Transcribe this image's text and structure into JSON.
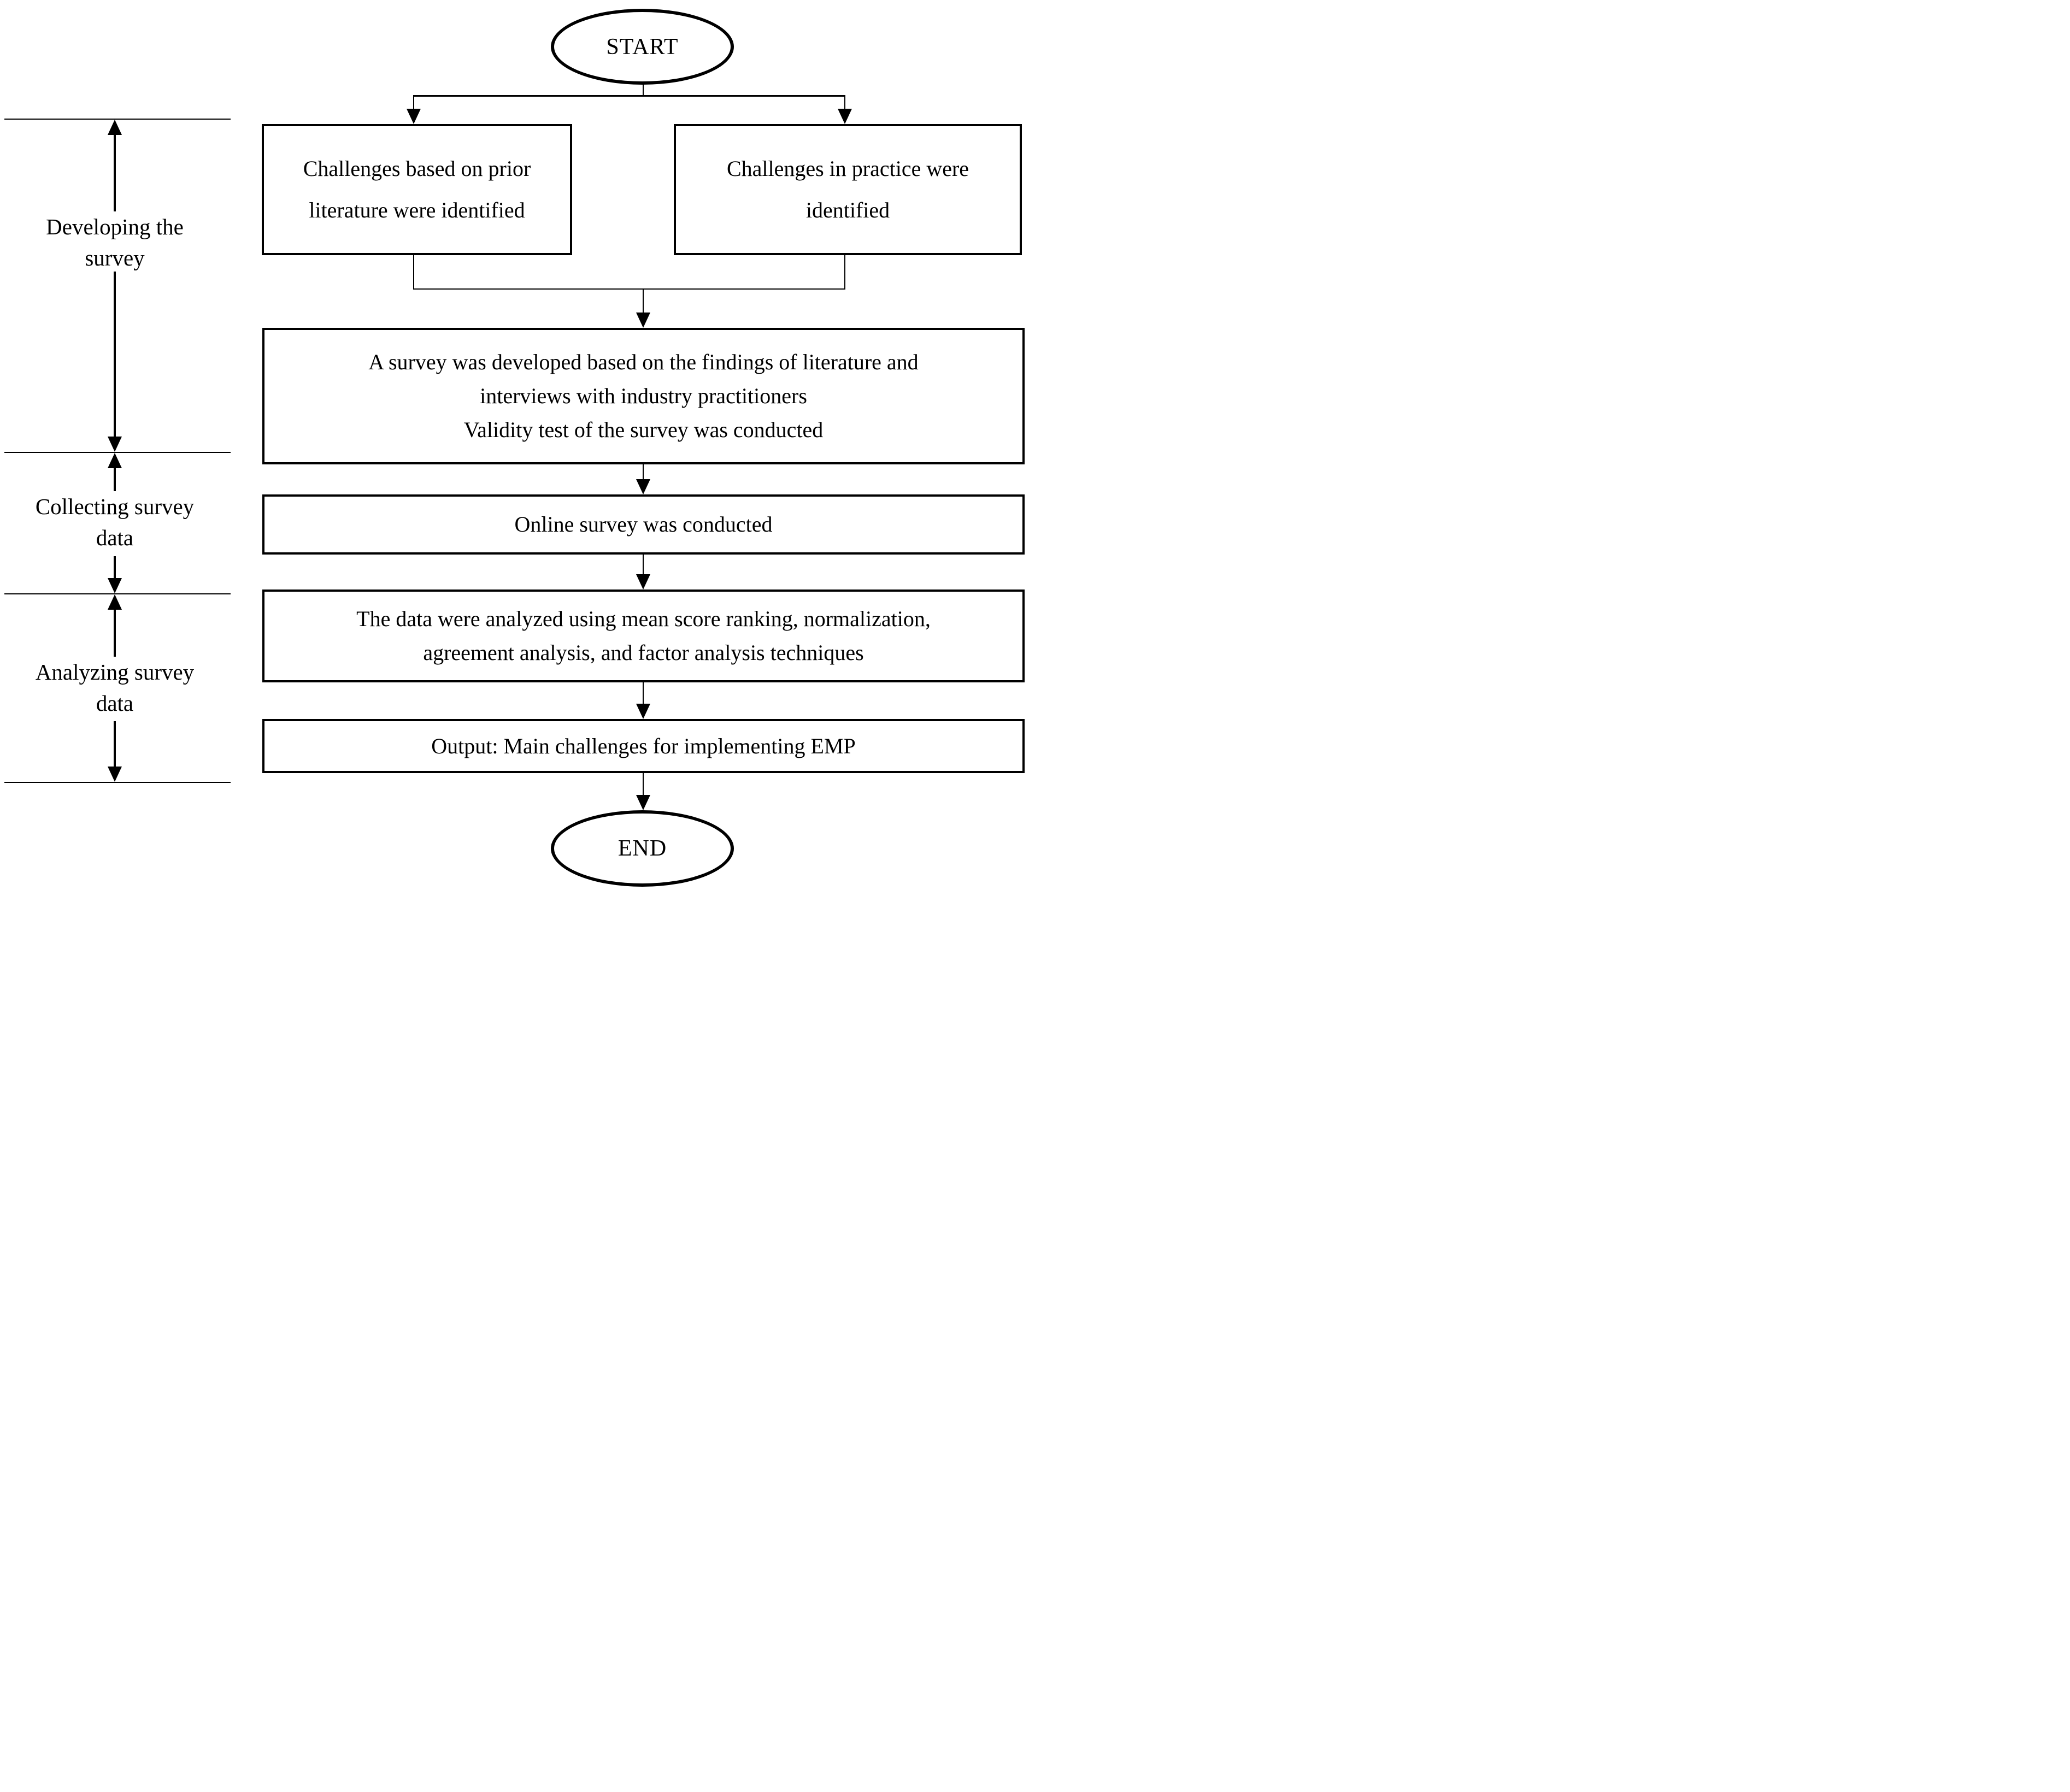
{
  "colors": {
    "ink": "#000000",
    "background": "#ffffff"
  },
  "terminators": {
    "start": "START",
    "end": "END"
  },
  "phases": [
    {
      "lines": [
        "Developing the",
        "survey"
      ]
    },
    {
      "lines": [
        "Collecting survey",
        "data"
      ]
    },
    {
      "lines": [
        "Analyzing survey",
        "data"
      ]
    }
  ],
  "boxes": {
    "literature": {
      "lines": [
        "Challenges based on prior",
        "literature were identified"
      ]
    },
    "practice": {
      "lines": [
        "Challenges in practice were",
        "identified"
      ]
    },
    "survey_development": {
      "lines": [
        "A survey was developed based on the findings of literature and",
        "interviews with industry practitioners",
        "Validity test of the survey was conducted"
      ]
    },
    "online_survey": {
      "lines": [
        "Online survey was conducted"
      ]
    },
    "analysis": {
      "lines": [
        "The data were analyzed using mean score ranking, normalization,",
        "agreement analysis, and factor analysis techniques"
      ]
    },
    "output": {
      "lines": [
        "Output: Main challenges for implementing EMP"
      ]
    }
  }
}
